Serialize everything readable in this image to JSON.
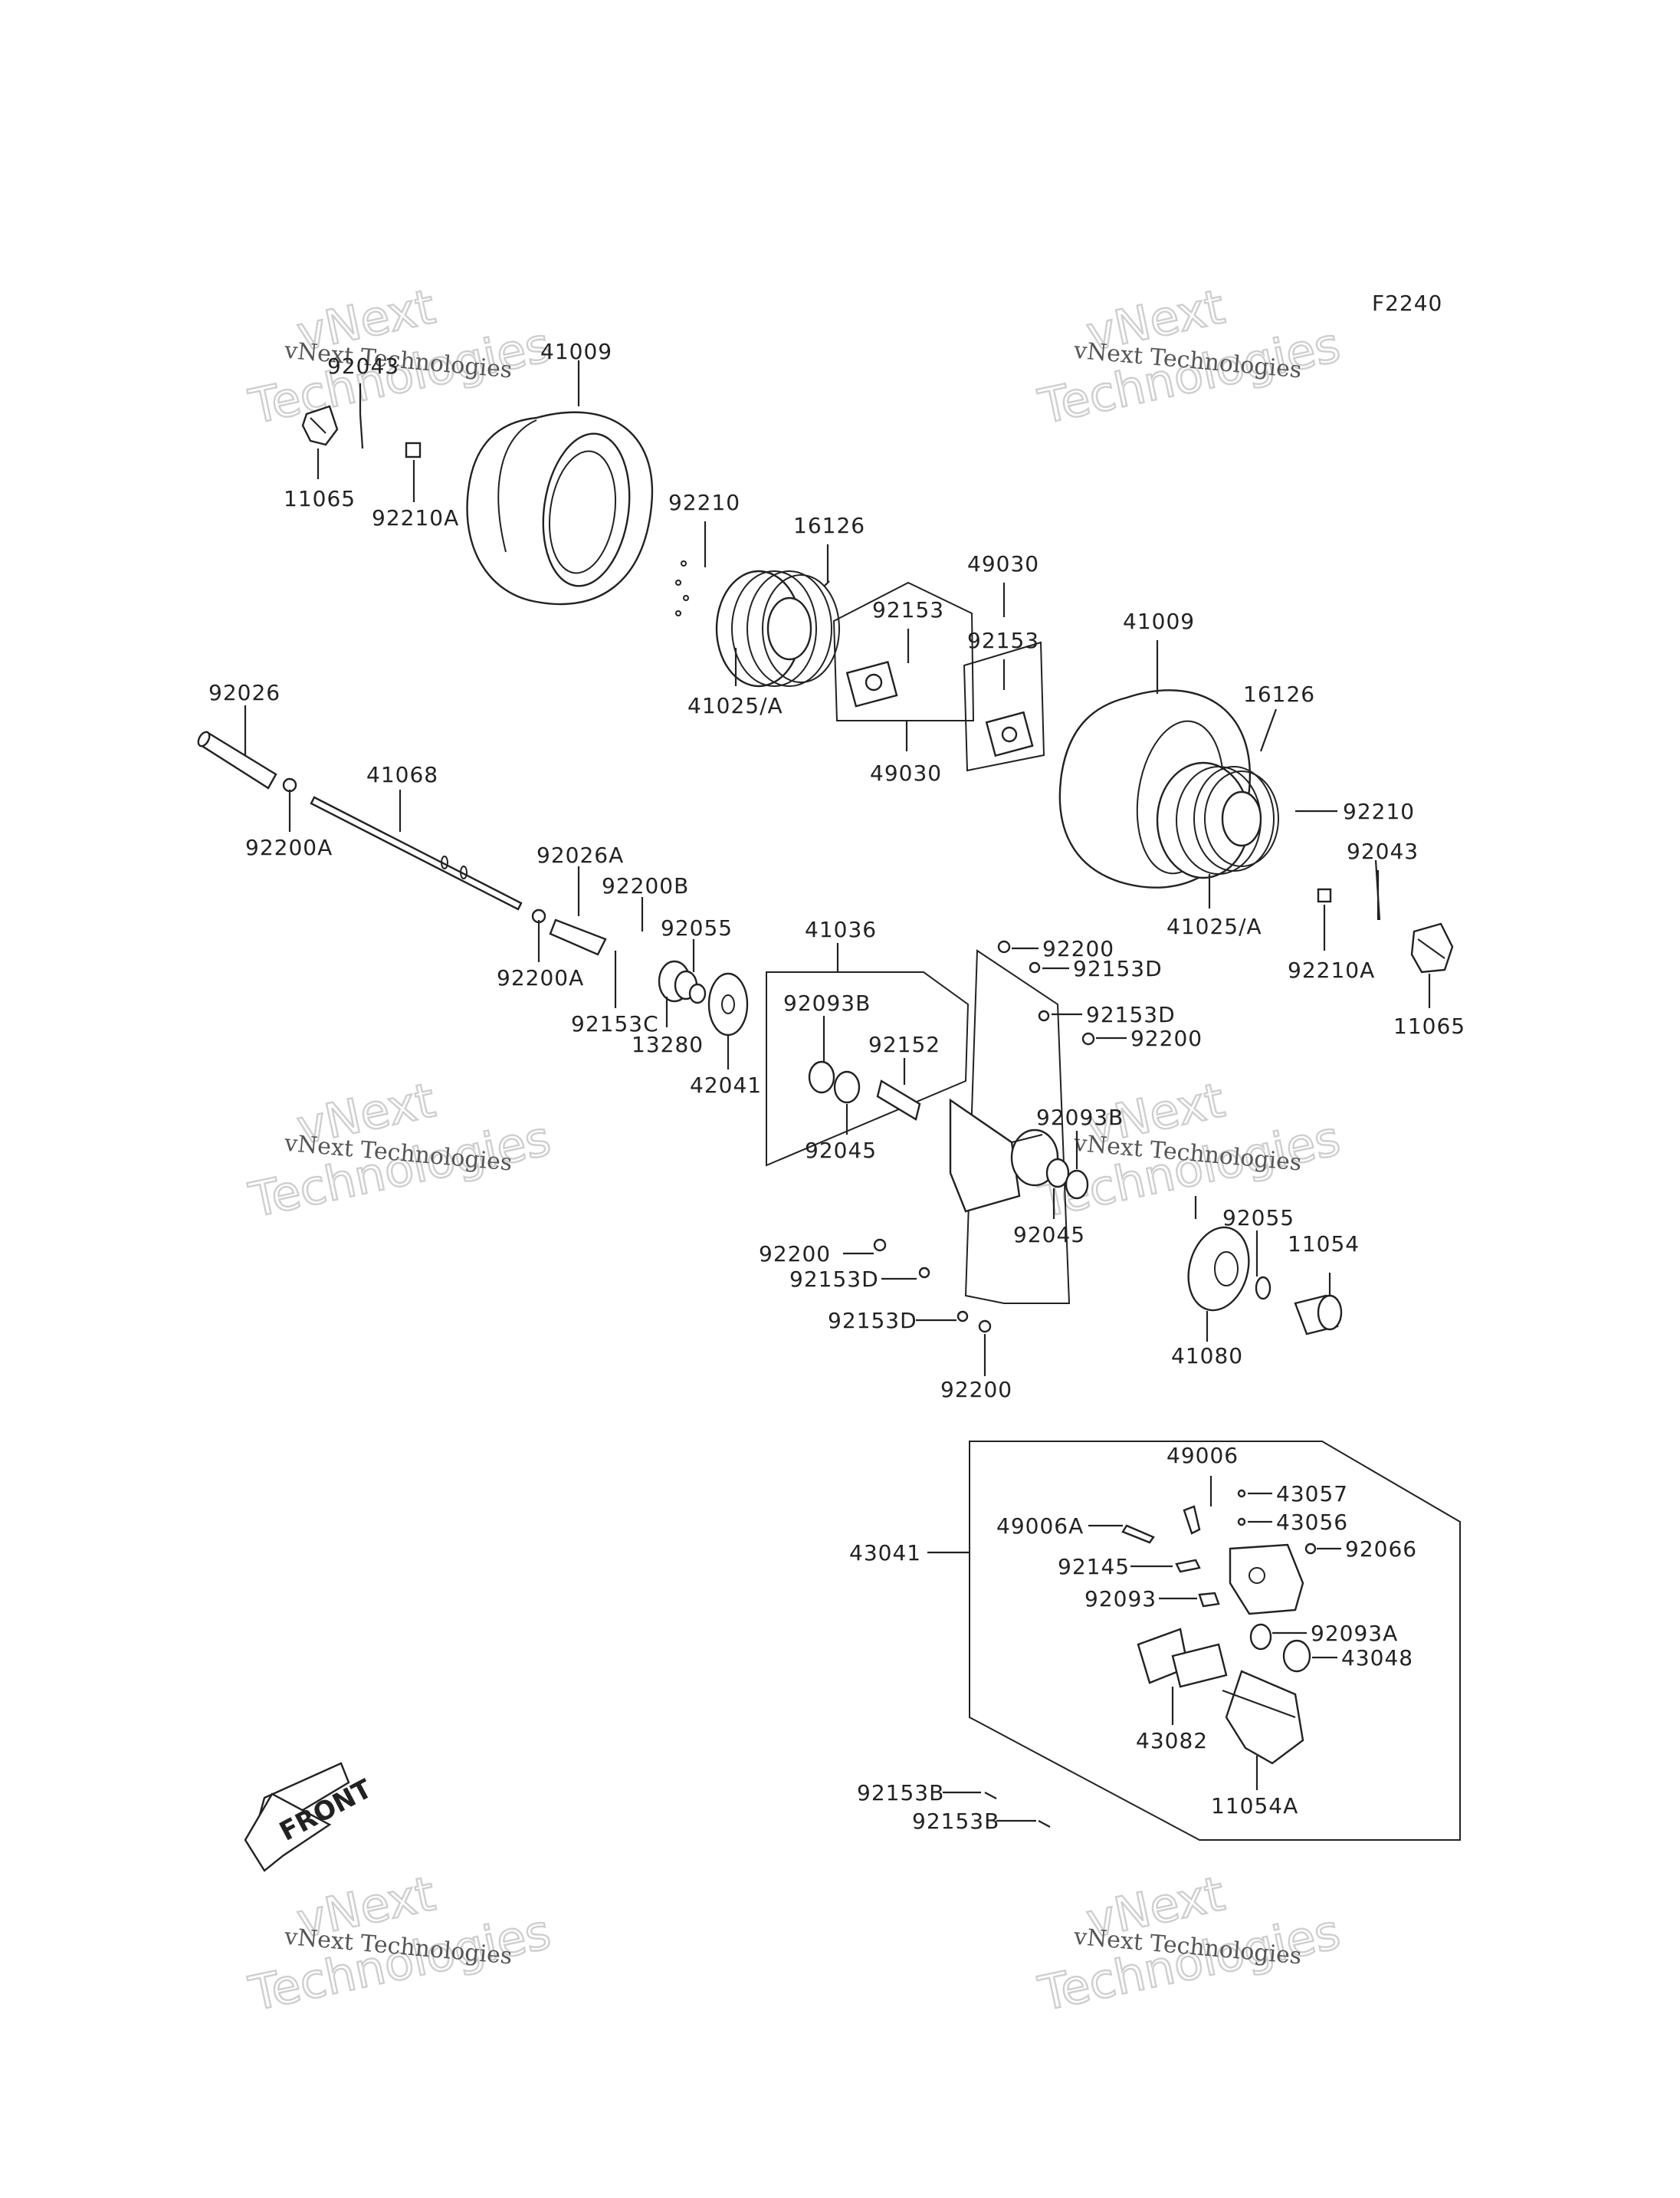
{
  "figure_code": "F2240",
  "watermark": {
    "line1": "vNext Technologies",
    "line2": "vNext",
    "line3": "Technologies"
  },
  "front_label": "FRONT",
  "callouts": {
    "c92043_top": "92043",
    "c41009_top": "41009",
    "c11065_top": "11065",
    "c92210A_top": "92210A",
    "c92210_top": "92210",
    "c16126_top": "16126",
    "c41025A_top": "41025/A",
    "c92153_a": "92153",
    "c49030_a": "49030",
    "c49030_b": "49030",
    "c92153_b": "92153",
    "c41009_right": "41009",
    "c16126_right": "16126",
    "c92210_right": "92210",
    "c92043_right": "92043",
    "c41025A_right": "41025/A",
    "c92210A_right": "92210A",
    "c11065_right": "11065",
    "c92026": "92026",
    "c41068": "41068",
    "c92200A_1": "92200A",
    "c92026A": "92026A",
    "c92200B": "92200B",
    "c92055_1": "92055",
    "c92200A_2": "92200A",
    "c92153C": "92153C",
    "c13280": "13280",
    "c42041": "42041",
    "c41036": "41036",
    "c92200_1": "92200",
    "c92153D_1": "92153D",
    "c92153D_2": "92153D",
    "c92200_2": "92200",
    "c92093B_1": "92093B",
    "c92152": "92152",
    "c92045_1": "92045",
    "c92093B_2": "92093B",
    "c92045_2": "92045",
    "c92200_3": "92200",
    "c92153D_3": "92153D",
    "c92153D_4": "92153D",
    "c92200_4": "92200",
    "c92055_2": "92055",
    "c11054": "11054",
    "c41080": "41080",
    "c49006": "49006",
    "c43057": "43057",
    "c49006A": "49006A",
    "c43056": "43056",
    "c92066": "92066",
    "c43041": "43041",
    "c92145": "92145",
    "c92093": "92093",
    "c92093A": "92093A",
    "c43048": "43048",
    "c43082": "43082",
    "c11054A": "11054A",
    "c92153B_1": "92153B",
    "c92153B_2": "92153B"
  }
}
